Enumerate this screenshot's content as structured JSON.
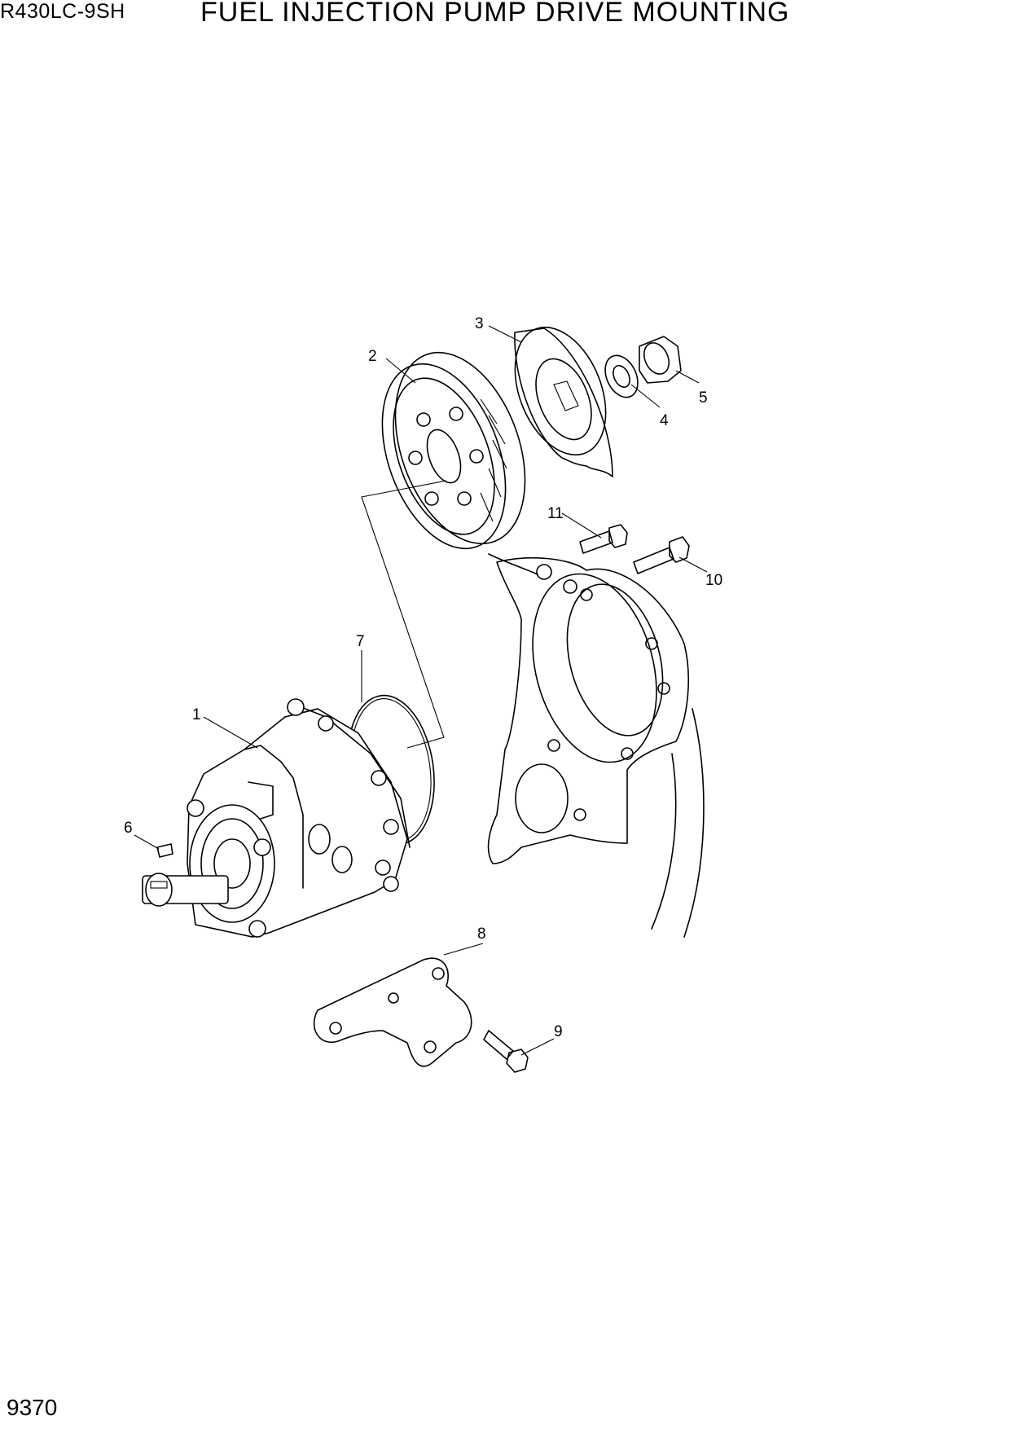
{
  "header": {
    "model": "R430LC-9SH",
    "title": "FUEL INJECTION PUMP DRIVE MOUNTING"
  },
  "footer": {
    "page_number": "9370"
  },
  "callouts": {
    "c1": "1",
    "c2": "2",
    "c3": "3",
    "c4": "4",
    "c5": "5",
    "c6": "6",
    "c7": "7",
    "c8": "8",
    "c9": "9",
    "c10": "10",
    "c11": "11"
  }
}
